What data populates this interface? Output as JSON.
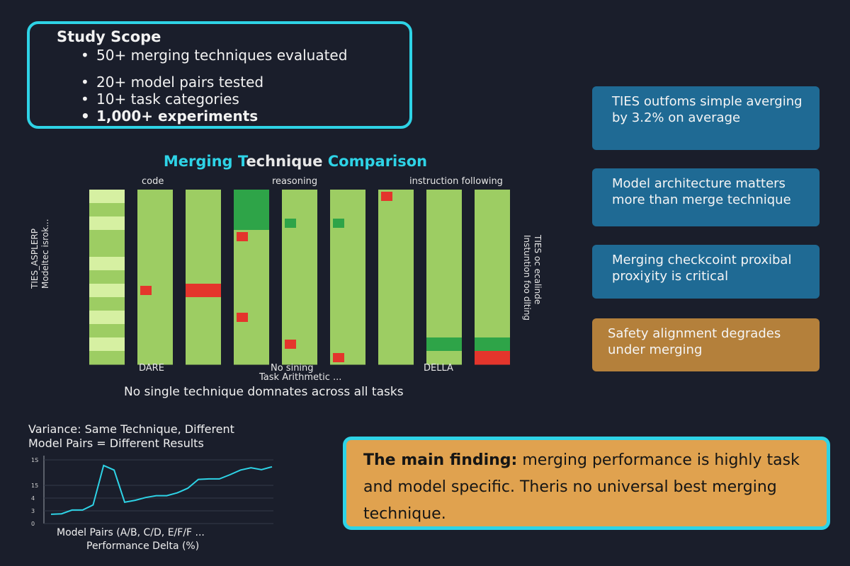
{
  "study_scope": {
    "title": "Study Scope",
    "items": [
      "50+ merging techniques evaluated",
      "20+ model pairs tested",
      "10+ task categories",
      "1,000+ experiments"
    ]
  },
  "heatmap": {
    "title_parts": [
      "Merging ",
      "T",
      "echnique",
      " Comparison"
    ],
    "top_labels": [
      "code",
      "reasoning",
      "instruction following"
    ],
    "bottom_labels": [
      "DARE",
      "No sining",
      "Task Arithmetic ...",
      "DELLA"
    ],
    "left_label_lines": [
      "TIES_ASPLERP",
      "Modeltec isrok..."
    ],
    "right_label_lines": [
      "TIES oc ecalinde",
      "Instuntion foo dlting"
    ],
    "caption": "No single technique domnates across all tasks"
  },
  "chart_data": {
    "type": "heatmap",
    "columns": 9,
    "rows": 13,
    "palette": {
      "0": "#d6f0a2",
      "1": "#9dcd63",
      "2": "#2ea448",
      "3": "#e4352c"
    },
    "cells": [
      [
        0,
        1,
        1,
        2,
        1,
        1,
        1,
        1,
        1
      ],
      [
        1,
        1,
        1,
        2,
        1,
        1,
        1,
        1,
        1
      ],
      [
        0,
        1,
        1,
        2,
        1,
        1,
        1,
        1,
        1
      ],
      [
        1,
        1,
        1,
        1,
        1,
        1,
        1,
        1,
        1
      ],
      [
        1,
        1,
        1,
        1,
        1,
        1,
        1,
        1,
        1
      ],
      [
        0,
        1,
        1,
        1,
        1,
        1,
        1,
        1,
        1
      ],
      [
        1,
        1,
        1,
        1,
        1,
        1,
        1,
        1,
        1
      ],
      [
        0,
        1,
        3,
        1,
        1,
        1,
        1,
        1,
        1
      ],
      [
        1,
        1,
        1,
        1,
        1,
        1,
        1,
        1,
        1
      ],
      [
        0,
        1,
        1,
        1,
        1,
        1,
        1,
        1,
        1
      ],
      [
        1,
        1,
        1,
        1,
        1,
        1,
        1,
        1,
        1
      ],
      [
        0,
        1,
        1,
        1,
        1,
        1,
        1,
        2,
        2
      ],
      [
        1,
        1,
        1,
        1,
        1,
        1,
        1,
        1,
        3
      ]
    ],
    "highlights": [
      {
        "col": 3,
        "row": 1,
        "level": 2
      },
      {
        "col": 4,
        "row": 2,
        "level": 2
      },
      {
        "col": 5,
        "row": 2,
        "level": 2
      },
      {
        "col": 3,
        "row": 3,
        "level": 3
      },
      {
        "col": 1,
        "row": 7,
        "level": 3
      },
      {
        "col": 6,
        "row": 0,
        "level": 3
      },
      {
        "col": 3,
        "row": 9,
        "level": 3
      },
      {
        "col": 4,
        "row": 11,
        "level": 3
      },
      {
        "col": 5,
        "row": 12,
        "level": 3
      },
      {
        "col": 7,
        "row": 11,
        "level": 2
      }
    ]
  },
  "line_chart": {
    "title_lines": [
      "Variance: Same Technique, Different",
      "Model Pairs = Different Results"
    ],
    "y_ticks": [
      "0",
      "3",
      "4",
      "15",
      "1S"
    ],
    "xlabel": "Model Pairs (A/B, C/D, E/F/F ...",
    "ylabel": "Performance Delta (%)",
    "series": [
      {
        "color": "#2ed3e6",
        "values": [
          2.0,
          2.1,
          2.9,
          2.9,
          4.0,
          12.5,
          11.5,
          4.6,
          5.0,
          5.6,
          6.0,
          6.0,
          6.6,
          7.6,
          9.5,
          9.6,
          9.6,
          10.5,
          11.5,
          12.0,
          11.6,
          12.2
        ]
      }
    ]
  },
  "findings": [
    {
      "text": "TIES outfoms simple averging by 3.2% on average",
      "color": "#1f6a94"
    },
    {
      "text": "Model architecture matters more than merge technique",
      "color": "#1f6a94"
    },
    {
      "text": "Merging checkcoint proxibal proxiɣity is critical",
      "color": "#1f6a94"
    },
    {
      "text": "Safety alignment degrades under merging",
      "color": "#b4803b"
    }
  ],
  "main_finding": {
    "lead": "The main finding:",
    "rest": " merging performance is highly task and model specific. Theris no universal best merging technique."
  }
}
